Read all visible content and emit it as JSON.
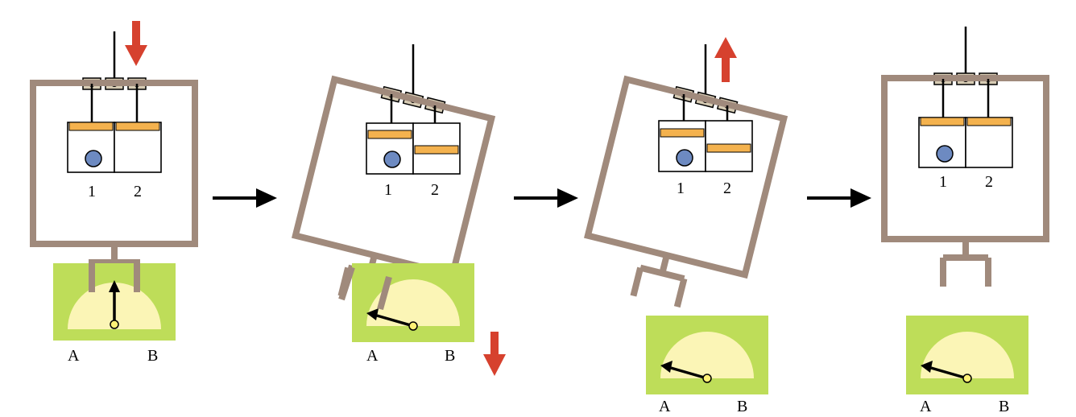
{
  "panels": [
    {
      "tank_labels": [
        "1",
        "2"
      ],
      "meter_labels": {
        "left": "A",
        "right": "B"
      },
      "red_arrows": [
        "down"
      ],
      "needle_points_to": "up",
      "frame_rotation_deg": 0
    },
    {
      "tank_labels": [
        "1",
        "2"
      ],
      "meter_labels": {
        "left": "A",
        "right": "B"
      },
      "red_arrows": [
        "down"
      ],
      "needle_points_to": "A",
      "frame_rotation_deg": 14
    },
    {
      "tank_labels": [
        "1",
        "2"
      ],
      "meter_labels": {
        "left": "A",
        "right": "B"
      },
      "red_arrows": [
        "up"
      ],
      "needle_points_to": "A",
      "frame_rotation_deg": 14
    },
    {
      "tank_labels": [
        "1",
        "2"
      ],
      "meter_labels": {
        "left": "A",
        "right": "B"
      },
      "red_arrows": [],
      "needle_points_to": "A",
      "frame_rotation_deg": 0
    }
  ],
  "colors": {
    "frame": "#a08a7c",
    "meter_background": "#bedd59",
    "dial": "#fbf5b6",
    "plate": "#f4b24e",
    "ball": "#6d8ac1",
    "red_arrow": "#d6412e",
    "clip": "#d6cbb3"
  }
}
